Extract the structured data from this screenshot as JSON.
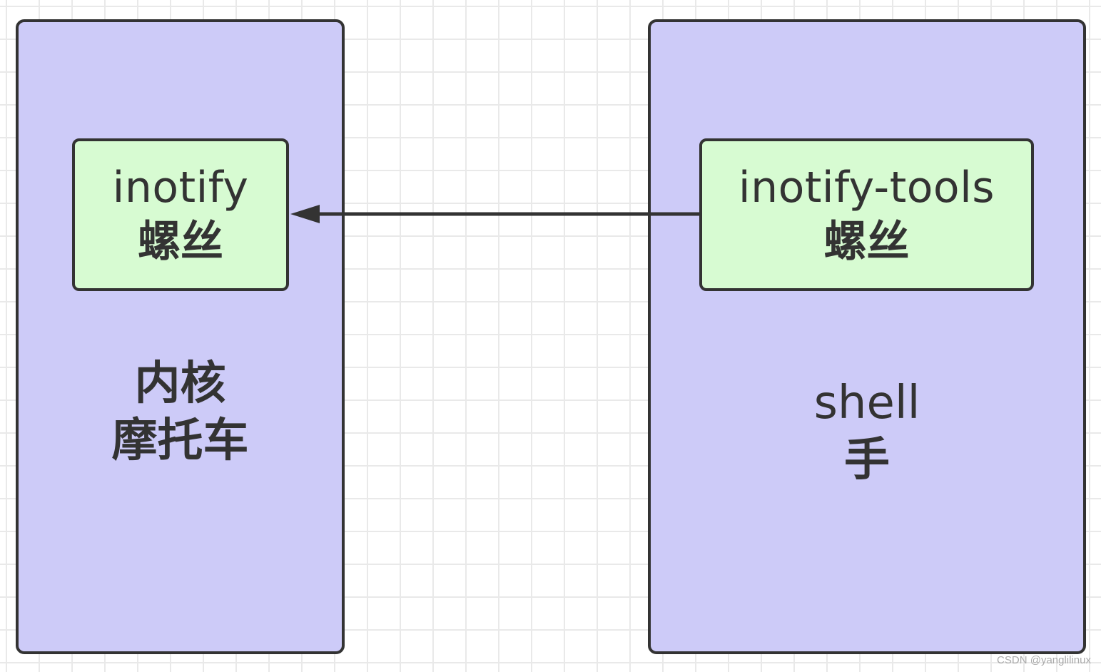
{
  "diagram": {
    "left_panel": {
      "label_line1": "内核",
      "label_line2": "摩托车",
      "box": {
        "line1": "inotify",
        "line2": "螺丝"
      }
    },
    "right_panel": {
      "label_line1": "shell",
      "label_line2": "手",
      "box": {
        "line1": "inotify-tools",
        "line2": "螺丝"
      }
    },
    "connector": {
      "from": "inotify-tools",
      "to": "inotify"
    }
  },
  "colors": {
    "panel_fill": "#cdcbf8",
    "box_fill": "#d7fbd2",
    "stroke": "#333333",
    "grid": "#e9e9e9"
  },
  "watermark": "CSDN @yanglilinux"
}
